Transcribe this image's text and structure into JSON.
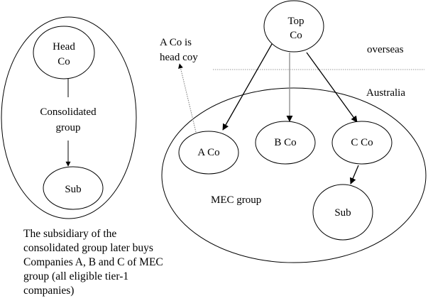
{
  "left_diagram": {
    "group_label_line1": "Consolidated",
    "group_label_line2": "group",
    "head_co": {
      "line1": "Head",
      "line2": "Co"
    },
    "sub": {
      "label": "Sub"
    }
  },
  "right_diagram": {
    "top_co": {
      "line1": "Top",
      "line2": "Co"
    },
    "overseas_label": "overseas",
    "australia_label": "Australia",
    "annotation_line1": "A Co is",
    "annotation_line2": "head coy",
    "mec_label": "MEC group",
    "a_co": {
      "label": "A Co"
    },
    "b_co": {
      "label": "B Co"
    },
    "c_co": {
      "label": "C Co"
    },
    "sub": {
      "label": "Sub"
    }
  },
  "caption": "The subsidiary of the\nconsolidated group later buys\nCompanies A, B and C of MEC\ngroup (all eligible tier-1\ncompanies)",
  "colors": {
    "stroke": "#000000",
    "gray_line": "#888888",
    "background": "#ffffff"
  }
}
